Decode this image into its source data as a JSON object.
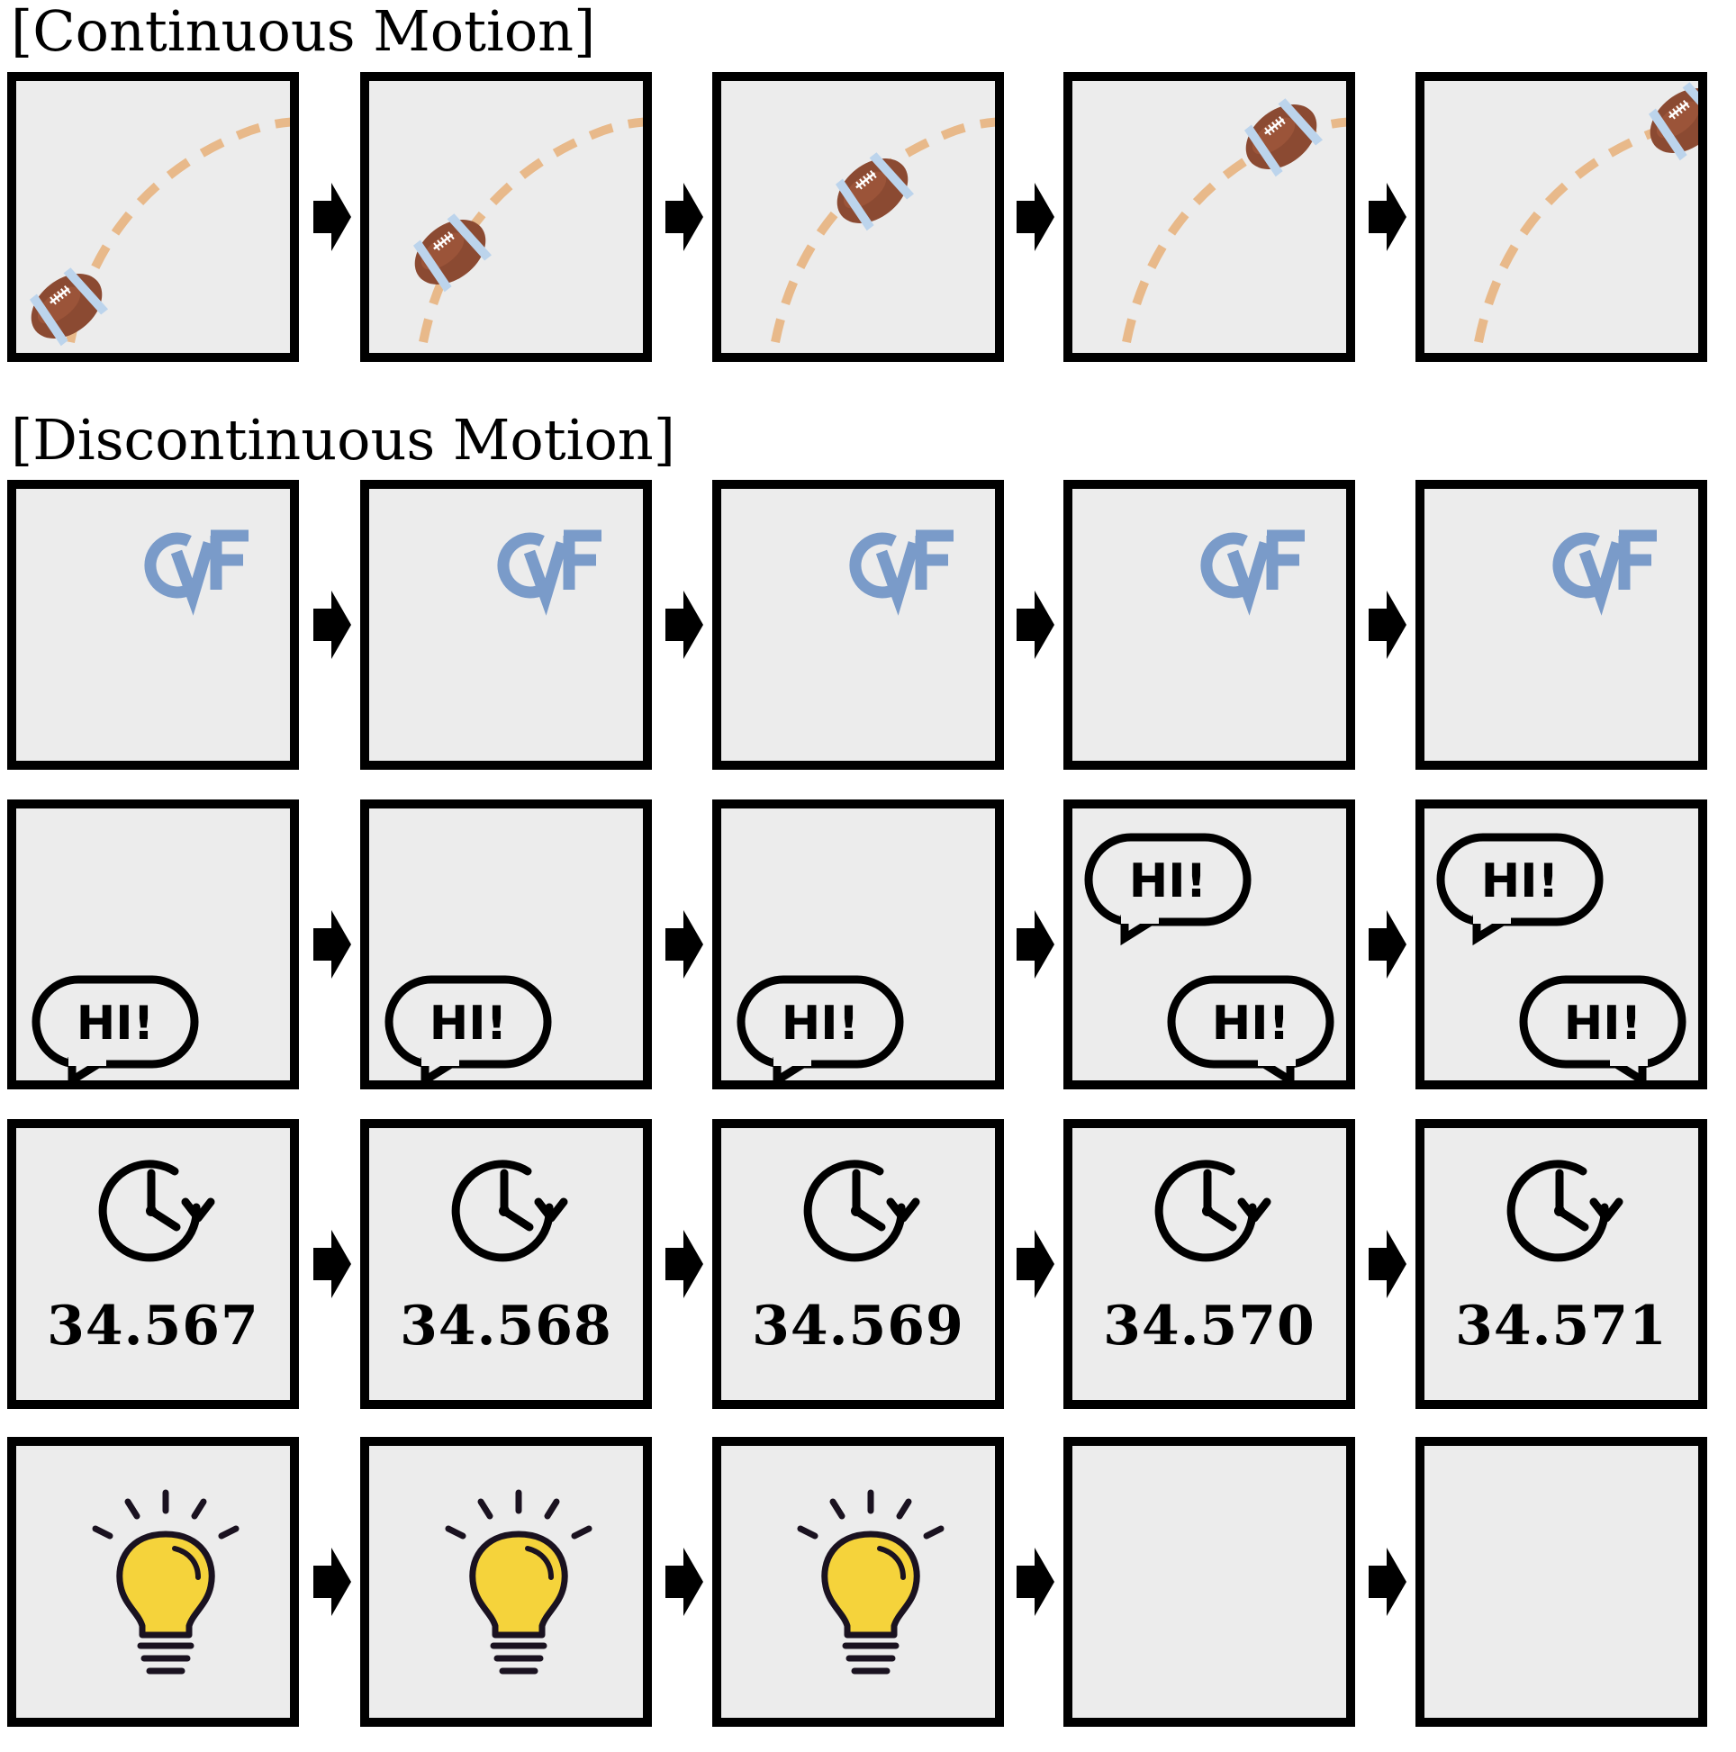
{
  "sections": {
    "continuous": {
      "title": "[Continuous Motion]",
      "frames": 5
    },
    "discontinuous": {
      "title": "[Discontinuous Motion]",
      "rows": [
        {
          "name": "logo-row",
          "logo_text": "CVF",
          "frames": 5
        },
        {
          "name": "speech-row",
          "bubble_text": "HI!",
          "bubble_counts": [
            1,
            1,
            1,
            2,
            2
          ]
        },
        {
          "name": "counter-row",
          "values": [
            "34.567",
            "34.568",
            "34.569",
            "34.570",
            "34.571"
          ]
        },
        {
          "name": "bulb-row",
          "bulb_visible": [
            true,
            true,
            true,
            false,
            false
          ]
        }
      ]
    }
  },
  "colors": {
    "panel_background": "#ececec",
    "panel_border": "#000000",
    "trajectory": "#e8b98a",
    "football": "#8b4a32",
    "football_stripe": "#bcd4ec",
    "logo": "#7a9bc9",
    "bulb": "#f5d33b"
  },
  "icons": [
    "football-icon",
    "cvf-logo-icon",
    "speech-bubble-icon",
    "clock-icon",
    "lightbulb-icon",
    "arrow-right-icon"
  ]
}
